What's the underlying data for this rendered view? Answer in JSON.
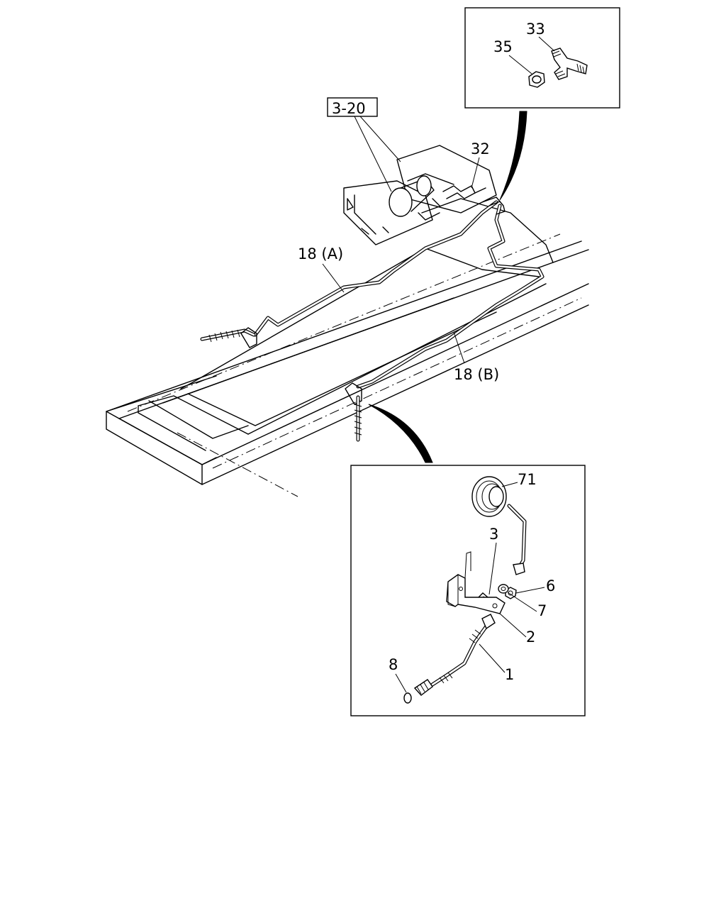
{
  "labels": {
    "ref_3_20": "3-20",
    "p32": "32",
    "p33": "33",
    "p35": "35",
    "p18a": "18 (A)",
    "p18b": "18 (B)",
    "p71": "71",
    "p3": "3",
    "p6": "6",
    "p7": "7",
    "p2": "2",
    "p1": "1",
    "p8": "8"
  }
}
